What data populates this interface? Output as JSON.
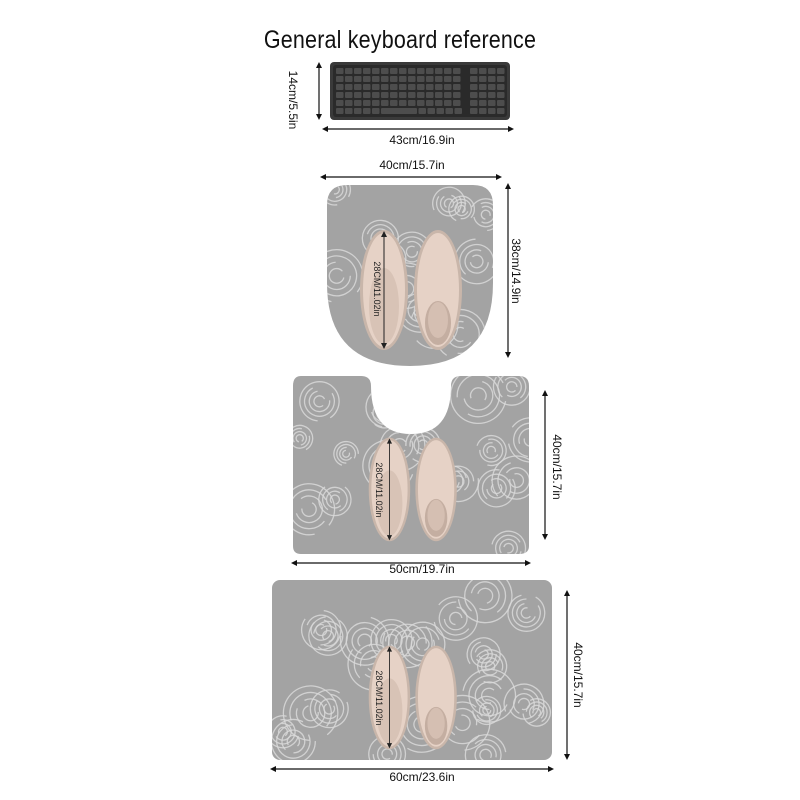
{
  "title": "General keyboard reference",
  "keyboard": {
    "width_label": "43cm/16.9in",
    "height_label": "14cm/5.5in"
  },
  "toilet_lid_mat": {
    "width_label": "40cm/15.7in",
    "height_label": "38cm/14.9in",
    "slipper_label": "28CM/11.02in"
  },
  "contour_mat": {
    "width_label": "50cm/19.7in",
    "height_label": "40cm/15.7in",
    "slipper_label": "28CM/11.02in"
  },
  "rect_mat": {
    "width_label": "60cm/23.6in",
    "height_label": "40cm/15.7in",
    "slipper_label": "28CM/11.02in"
  },
  "colors": {
    "mat": "#a4a4a4",
    "mat_dark": "#8f8f8f",
    "rose_line": "#d9d9d9",
    "slipper": "#e6d2c6",
    "keyboard": "#3a3a3a"
  }
}
